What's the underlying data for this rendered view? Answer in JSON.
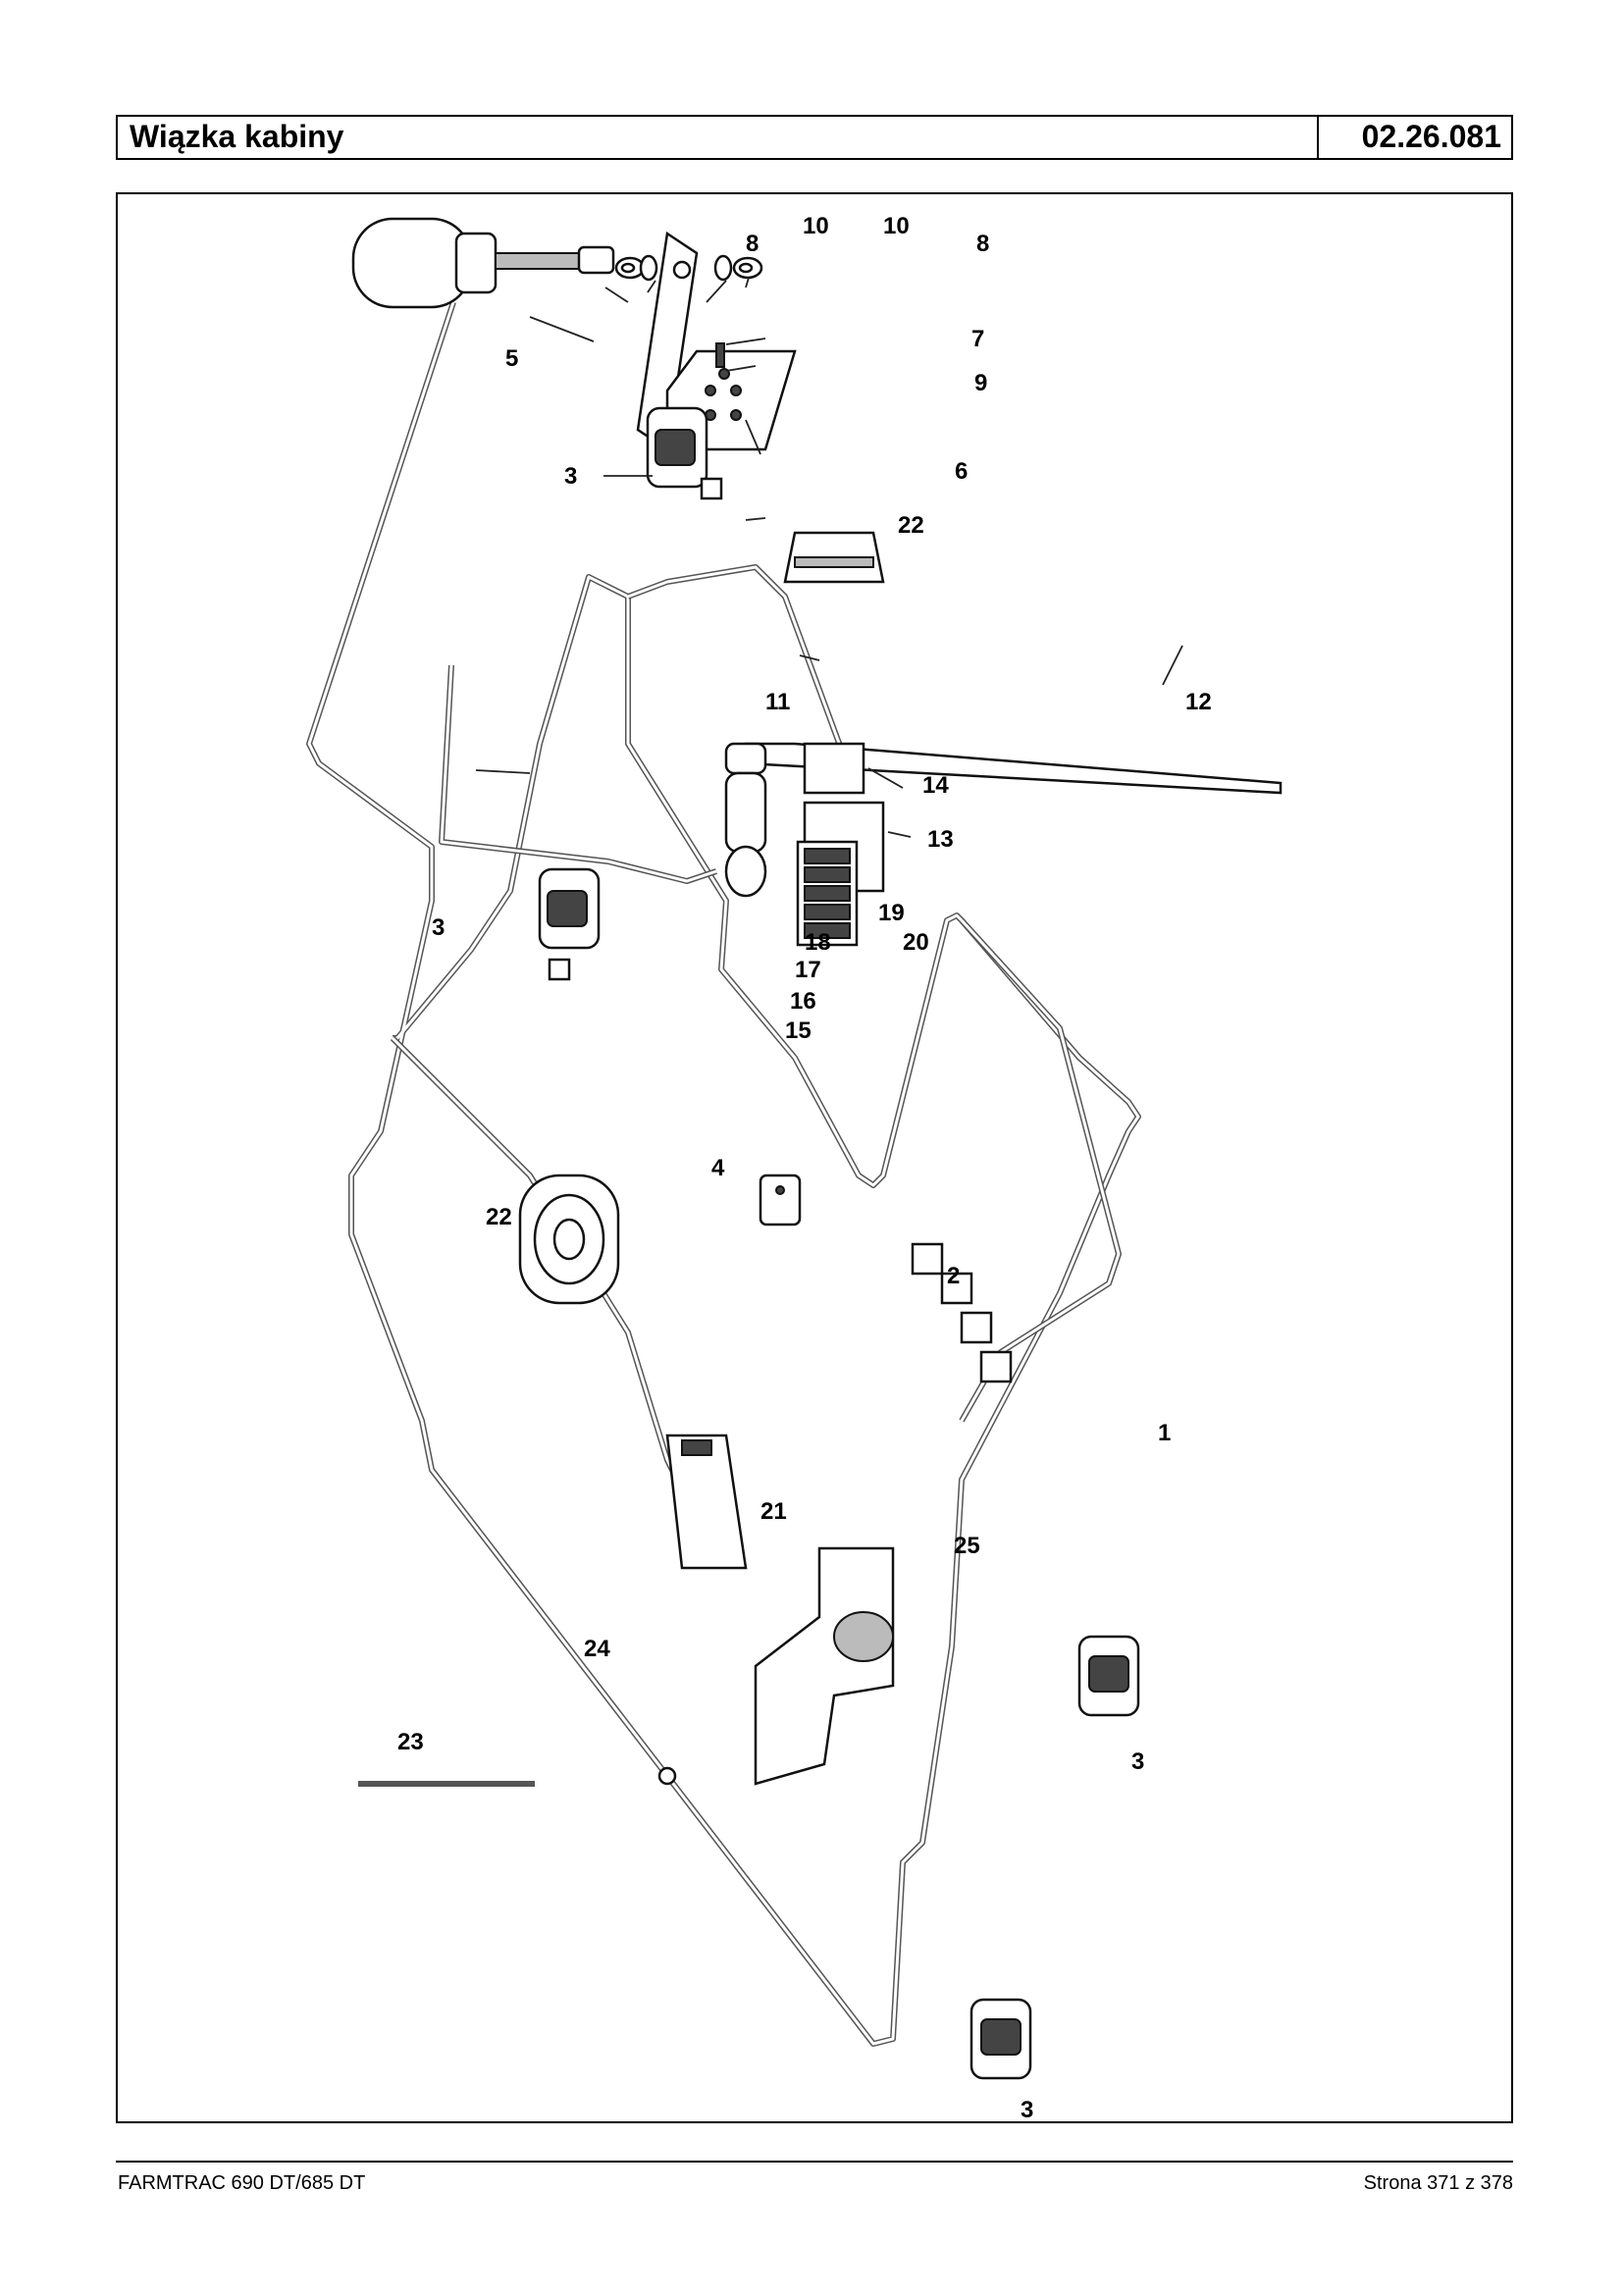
{
  "header": {
    "title": "Wiązka kabiny",
    "code": "02.26.081"
  },
  "footer": {
    "left": "FARMTRAC 690 DT/685 DT",
    "right": "Strona 371 z 378"
  },
  "callouts": {
    "c1": "1",
    "c2": "2",
    "c3a": "3",
    "c3b": "3",
    "c3c": "3",
    "c3d": "3",
    "c4": "4",
    "c5": "5",
    "c6": "6",
    "c7": "7",
    "c8a": "8",
    "c8b": "8",
    "c9": "9",
    "c10a": "10",
    "c10b": "10",
    "c11": "11",
    "c12": "12",
    "c13": "13",
    "c14": "14",
    "c15": "15",
    "c16": "16",
    "c17": "17",
    "c18": "18",
    "c19": "19",
    "c20": "20",
    "c21": "21",
    "c22a": "22",
    "c22b": "22",
    "c23": "23",
    "c24": "24",
    "c25": "25"
  }
}
